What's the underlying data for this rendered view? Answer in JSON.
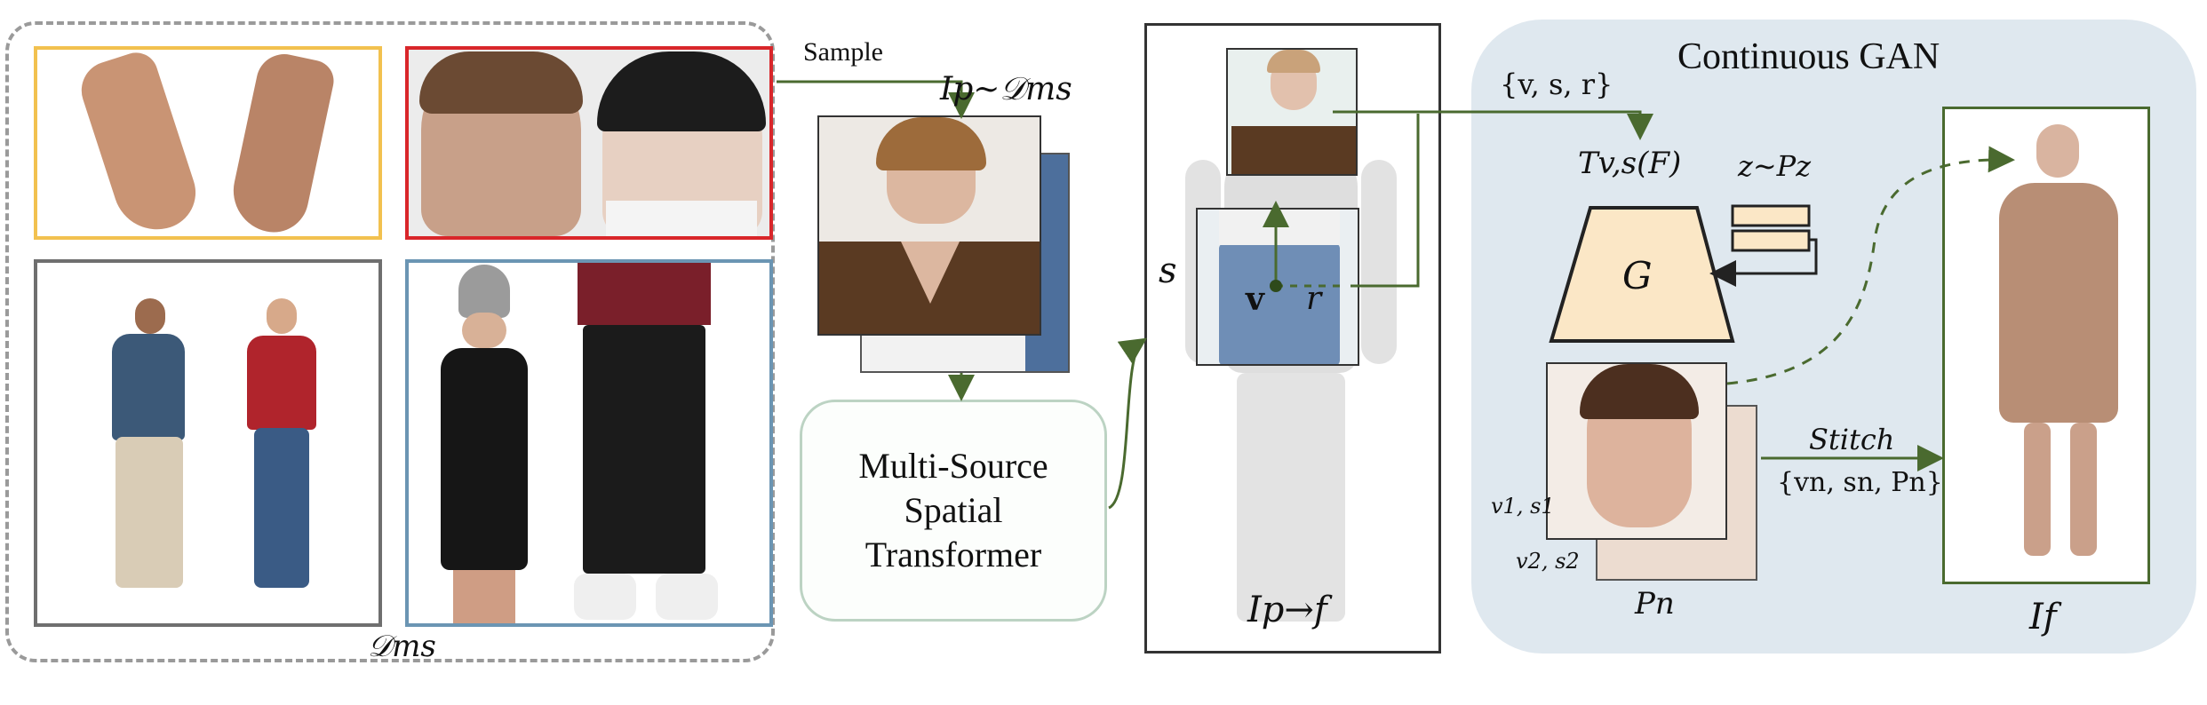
{
  "labels": {
    "dataset": "𝒟ms",
    "sample": "Sample",
    "sample_formula": "Ip∼𝒟ms",
    "mst_line1": "Multi-Source",
    "mst_line2": "Spatial",
    "mst_line3": "Transformer",
    "s_label": "s",
    "v_label": "v",
    "r_label": "r",
    "ipf": "Ip→f",
    "cgan_title": "Continuous GAN",
    "param_set": "{v, s, r}",
    "transform": "Tv,s(F)",
    "noise": "z∼Pz",
    "generator": "G",
    "v1s1": "v1, s1",
    "v2s2": "v2, s2",
    "pn": "Pn",
    "stitch": "Stitch",
    "stitch_params": "{vn, sn, Pn}",
    "if": "If"
  },
  "colors": {
    "accent_green": "#4a6a2f",
    "dashed_gray": "#9a9a9a",
    "cgan_bg": "#dfe8ef",
    "mst_border": "#bcd3c3",
    "generator_fill": "#fbe7c6",
    "box_yellow": "#f2c14f",
    "box_red": "#d9262a",
    "box_gray": "#6f6f6f",
    "box_blue": "#6b95b3"
  }
}
